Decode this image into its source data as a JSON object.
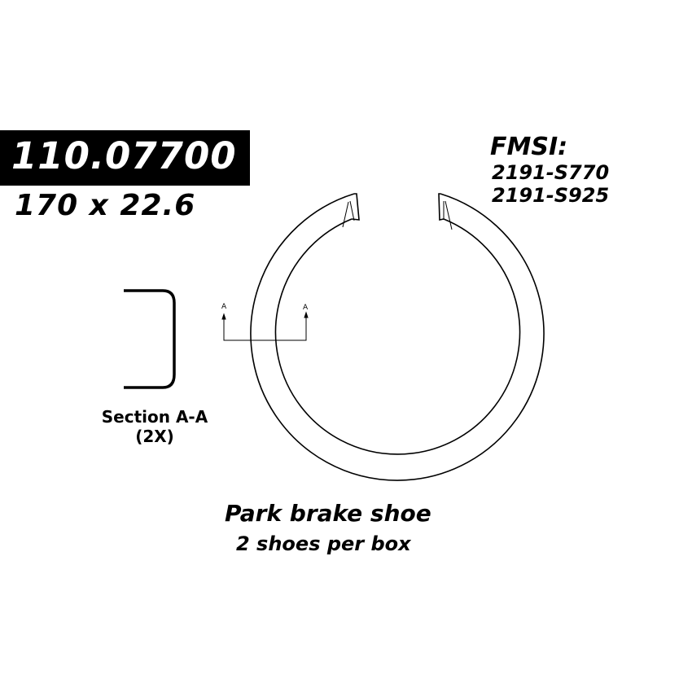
{
  "header": {
    "part_number": "110.07700",
    "dimensions": "170 x 22.6"
  },
  "fmsi": {
    "label": "FMSI:",
    "codes": [
      "2191-S770",
      "2191-S925"
    ]
  },
  "section": {
    "label": "Section A-A",
    "quantity": "(2X)",
    "marker_left": "A",
    "marker_right": "A"
  },
  "description": {
    "title": "Park brake shoe",
    "subtitle": "2 shoes per box"
  }
}
